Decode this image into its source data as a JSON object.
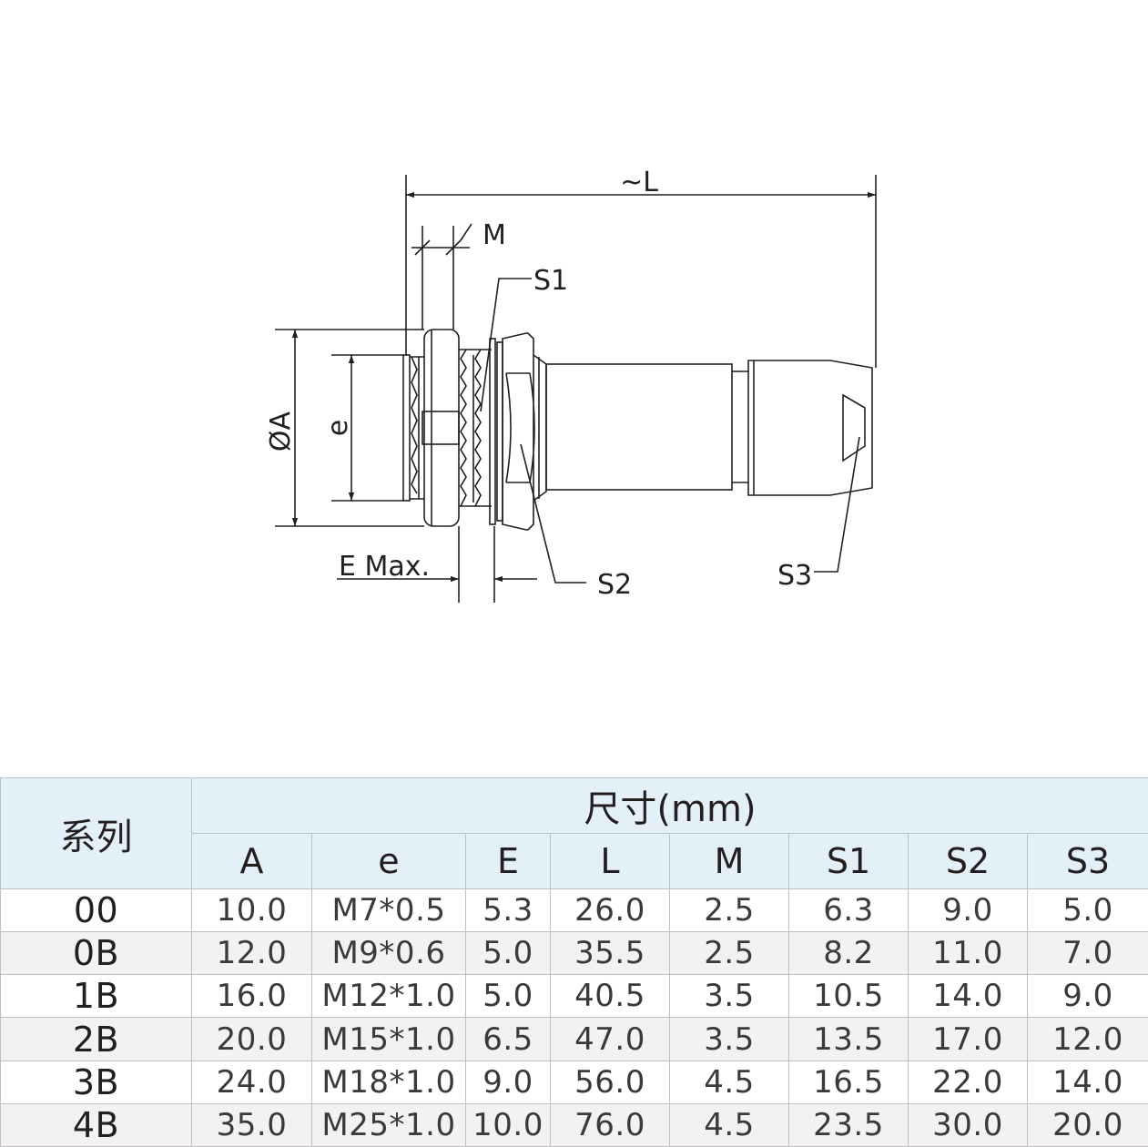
{
  "drawing": {
    "labels": {
      "L": "~L",
      "M": "M",
      "S1": "S1",
      "S2": "S2",
      "S3": "S3",
      "A": "ØA",
      "e": "e",
      "E": "E Max."
    }
  },
  "table": {
    "series_header": "系列",
    "group_header": "尺寸(mm)",
    "columns": [
      "A",
      "e",
      "E",
      "L",
      "M",
      "S1",
      "S2",
      "S3"
    ],
    "rows": [
      {
        "series": "00",
        "values": [
          "10.0",
          "M7*0.5",
          "5.3",
          "26.0",
          "2.5",
          "6.3",
          "9.0",
          "5.0"
        ]
      },
      {
        "series": "0B",
        "values": [
          "12.0",
          "M9*0.6",
          "5.0",
          "35.5",
          "2.5",
          "8.2",
          "11.0",
          "7.0"
        ]
      },
      {
        "series": "1B",
        "values": [
          "16.0",
          "M12*1.0",
          "5.0",
          "40.5",
          "3.5",
          "10.5",
          "14.0",
          "9.0"
        ]
      },
      {
        "series": "2B",
        "values": [
          "20.0",
          "M15*1.0",
          "6.5",
          "47.0",
          "3.5",
          "13.5",
          "17.0",
          "12.0"
        ]
      },
      {
        "series": "3B",
        "values": [
          "24.0",
          "M18*1.0",
          "9.0",
          "56.0",
          "4.5",
          "16.5",
          "22.0",
          "14.0"
        ]
      },
      {
        "series": "4B",
        "values": [
          "35.0",
          "M25*1.0",
          "10.0",
          "76.0",
          "4.5",
          "23.5",
          "30.0",
          "20.0"
        ]
      }
    ]
  }
}
